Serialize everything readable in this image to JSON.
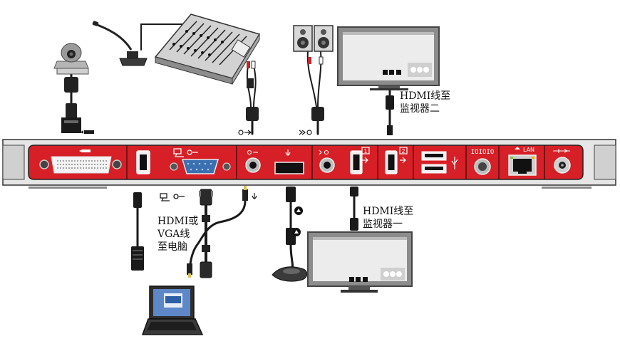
{
  "labels": {
    "monitor2": [
      "HDMI线至",
      "监视器二"
    ],
    "computer": [
      "HDMI或",
      "VGA线",
      "至电脑"
    ],
    "monitor1": [
      "HDMI线至",
      "监视器一"
    ]
  },
  "port_numbers": {
    "hdmi_out_1": "1",
    "hdmi_out_2": "2"
  },
  "rear_panel_text": {
    "lan": "LAN",
    "serial": "IOIOIO"
  },
  "colors": {
    "panel_red": "#d61f26",
    "chassis_grey": "#d9d9d9",
    "cable_black": "#1a1a1a",
    "screen_grey": "#8a8a8a"
  }
}
